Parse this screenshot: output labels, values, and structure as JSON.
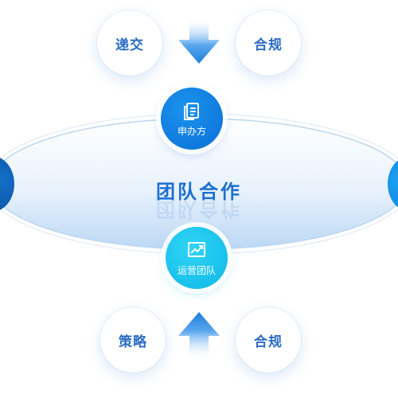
{
  "title": "团队合作",
  "top_node": {
    "label": "申办方",
    "icon": "document-icon"
  },
  "bottom_node": {
    "label": "运营团队",
    "icon": "trend-chart-icon"
  },
  "top_pills": [
    "递交",
    "合规"
  ],
  "bottom_pills": [
    "策略",
    "合规"
  ],
  "colors": {
    "primary_blue": "#0a6fd6",
    "cyan": "#0fb8e6",
    "text_blue": "#1d6fd0",
    "arrow_blue": "#2a86e0"
  }
}
